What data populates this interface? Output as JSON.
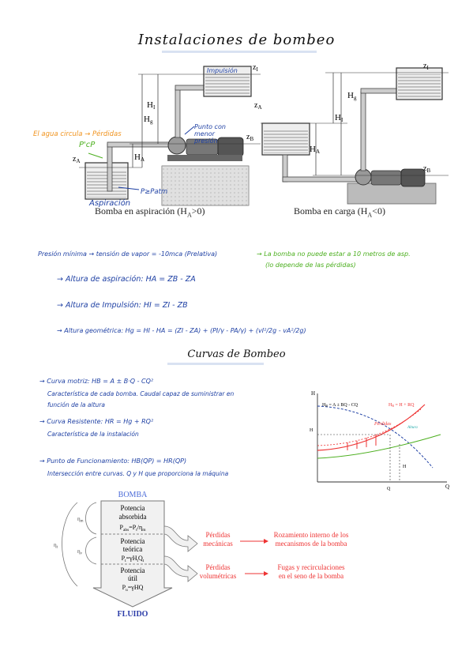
{
  "page": {
    "title": "Instalaciones de bombeo",
    "section2_title": "Curvas de Bombeo"
  },
  "pump_figures": {
    "left_caption": "Bomba en aspiración (H",
    "left_caption_sub": "A",
    "left_caption_end": ">0)",
    "right_caption": "Bomba en carga (H",
    "right_caption_sub": "A",
    "right_caption_end": "<0)",
    "tank_impulsion": "Impulsión",
    "tank_aspiracion": "Aspiración",
    "note_agua": "El agua circula → Pérdidas",
    "note_punto": "Punto con menor presión",
    "note_pcp": "P'cP",
    "note_patm": "P≥Patm",
    "labels": {
      "zI": "z",
      "zI_sub": "I",
      "zA": "z",
      "zA_sub": "A",
      "zB": "z",
      "zB_sub": "B",
      "HI": "H",
      "HI_sub": "I",
      "Hg": "H",
      "Hg_sub": "g",
      "HA": "H",
      "HA_sub": "A"
    }
  },
  "notes": {
    "presion_minima": "Presión mínima → tensión de vapor = -10mca (Prelativa)",
    "presion_nota1": "→ La bomba no puede estar a 10 metros de asp.",
    "presion_nota2": "(lo depende de las pérdidas)",
    "altura_aspiracion": "→ Altura de aspiración:  HA = ZB - ZA",
    "altura_impulsion": "→ Altura de Impulsión:  HI = ZI - ZB",
    "altura_geometrica": "→ Altura geométrica:  Hg = HI - HA = (ZI - ZA) + (PI/γ - PA/γ) + (vI²/2g - vA²/2g)",
    "curva_motriz": "→ Curva motriz:  HB = A ± B·Q - CQ²",
    "curva_motriz_desc1": "Característica de cada bomba. Caudal capaz de suministrar en",
    "curva_motriz_desc2": "función de la altura",
    "curva_resistente": "→ Curva Resistente:  HR = Hg + RQ²",
    "curva_resistente_desc": "Característica de la instalación",
    "punto_funcionamiento": "→ Punto de Funcionamiento:  HB(QP) = HR(QP)",
    "punto_funcionamiento_desc": "Intersección entre curvas. Q y H que proporciona la máquina"
  },
  "curve_chart": {
    "axis_h": "H",
    "axis_q": "Q",
    "label_hb": "H",
    "label_hb_sub": "B",
    "label_hb_eq": " = A ± BQ - CQ",
    "label_hr": "H",
    "label_hr_sub": "R",
    "label_hr_eq": " = H",
    "label_hr_eq2": " + RQ",
    "label_h": "H",
    "label_hg": "H",
    "label_qp": "Q",
    "note_perdidas": "Pérdidas",
    "note_altura": "Altura"
  },
  "bomba_diagram": {
    "top_label": "BOMBA",
    "bottom_label": "FLUIDO",
    "block1_l1": "Potencia",
    "block1_l2": "absorbida",
    "block1_eq": "P",
    "block1_eq_sub": "abs",
    "block1_eq_rest": "=P",
    "block1_eq_sub2": "t",
    "block1_eq_rest2": "/η",
    "block1_eq_sub3": "m",
    "block2_l1": "Potencia",
    "block2_l2": "teórica",
    "block2_eq": "P",
    "block2_eq_sub": "t",
    "block2_eq_rest": "=γH",
    "block2_eq_sub2": "t",
    "block2_eq_rest2": "Q",
    "block2_eq_sub3": "t",
    "block3_l1": "Potencia",
    "block3_l2": "útil",
    "block3_eq": "P",
    "block3_eq_sub": "u",
    "block3_eq_rest": "=γHQ",
    "eta_m": "η",
    "eta_m_sub": "m",
    "eta_t": "η",
    "eta_t_sub": "t",
    "eta_v": "η",
    "eta_v_sub": "v",
    "loss1_l1": "Pérdidas",
    "loss1_l2": "mecánicas",
    "loss1_desc1": "Rozamiento interno de los",
    "loss1_desc2": "mecanismos de la bomba",
    "loss2_l1": "Pérdidas",
    "loss2_l2": "volumétricas",
    "loss2_desc1": "Fugas y recirculaciones",
    "loss2_desc2": "en el seno de la bomba"
  }
}
